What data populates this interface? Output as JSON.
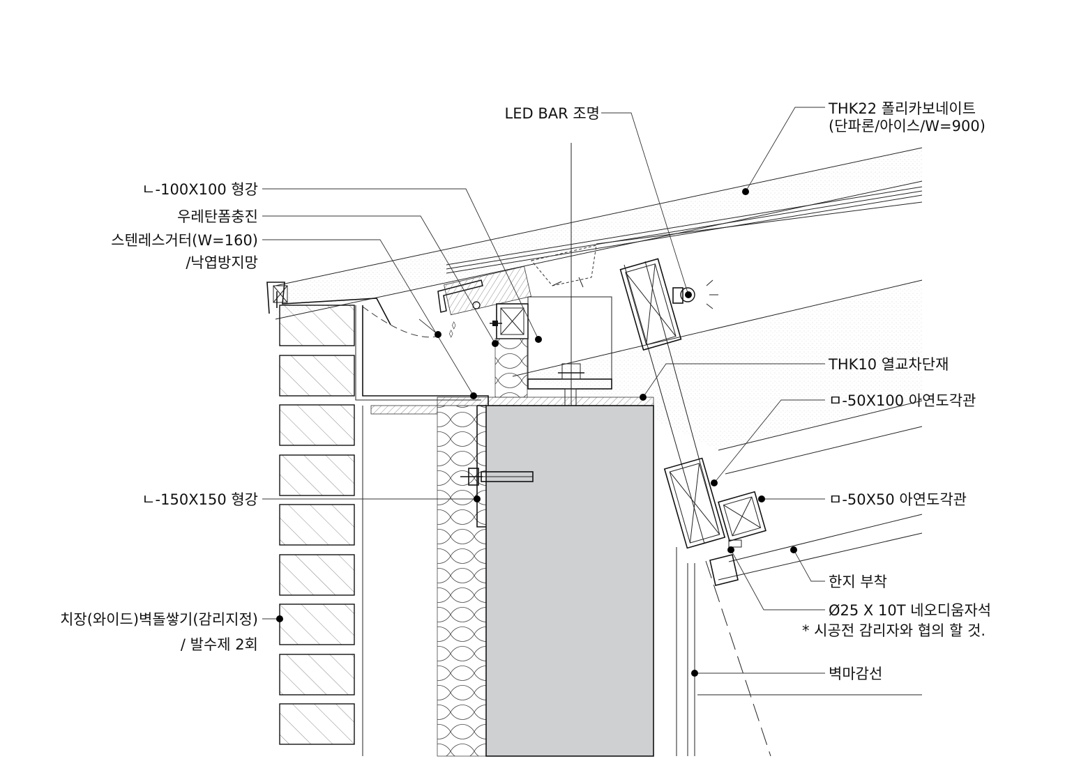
{
  "labels": {
    "led_bar": "LED BAR 조명",
    "polycarbonate_l1": "THK22 폴리카보네이트",
    "polycarbonate_l2": "(단파론/아이스/W=900)",
    "angle_100": "ㄴ-100X100 형강",
    "urethane_foam": "우레탄폼충진",
    "stainless_gutter_l1": "스텐레스거터(W=160)",
    "stainless_gutter_l2": "/낙엽방지망",
    "thermal_break": "THK10 열교차단재",
    "pipe_50x100": "ㅁ-50X100 아연도각관",
    "angle_150": "ㄴ-150X150 형강",
    "pipe_50x50": "ㅁ-50X50 아연도각관",
    "hanji": "한지 부착",
    "brick_l1": "치장(와이드)벽돌쌓기(감리지정)",
    "brick_l2": "/ 발수제 2회",
    "magnet_l1": "Ø25 X 10T 네오디움자석",
    "magnet_l2": "* 시공전 감리자와 협의 할 것.",
    "wall_finish": "벽마감선"
  },
  "colors": {
    "concrete": "#cfd0d2",
    "line": "#111111",
    "background": "#ffffff"
  }
}
